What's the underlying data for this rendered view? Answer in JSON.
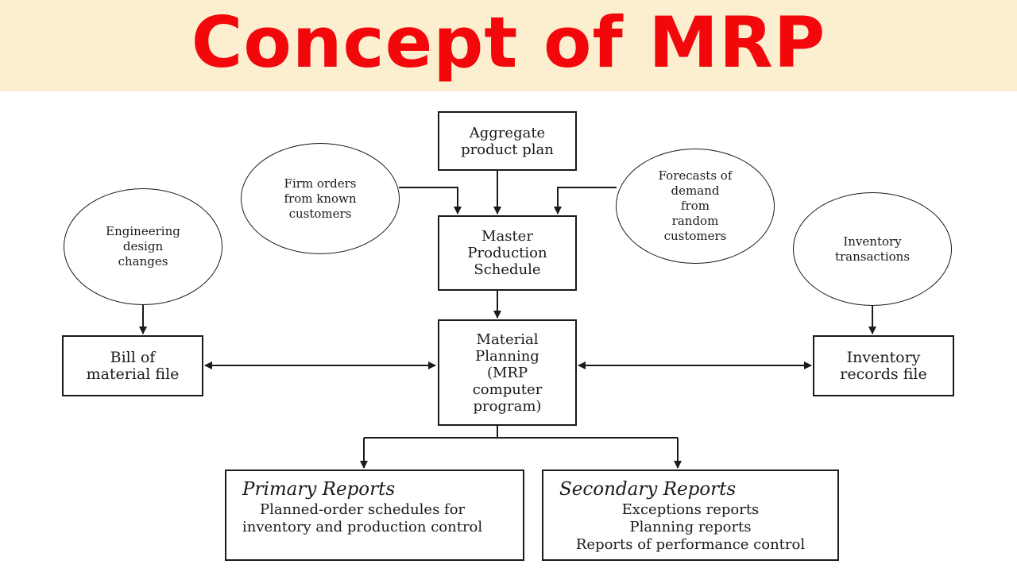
{
  "header": {
    "title": "Concept of MRP"
  },
  "diagram": {
    "aggregate_plan": "Aggregate\nproduct plan",
    "firm_orders": "Firm orders\nfrom known\ncustomers",
    "forecasts": "Forecasts of\ndemand\nfrom\nrandom\ncustomers",
    "master_schedule": "Master\nProduction\nSchedule",
    "engineering_changes": "Engineering\ndesign\nchanges",
    "inventory_transactions": "Inventory\ntransactions",
    "bill_of_material": "Bill of\nmaterial file",
    "mrp_program": "Material\nPlanning\n(MRP\ncomputer\nprogram)",
    "inventory_records": "Inventory\nrecords file",
    "primary_reports": {
      "title": "Primary Reports",
      "body": "Planned-order schedules for\ninventory and production control"
    },
    "secondary_reports": {
      "title": "Secondary Reports",
      "body": "Exceptions reports\nPlanning reports\nReports of performance control"
    }
  }
}
